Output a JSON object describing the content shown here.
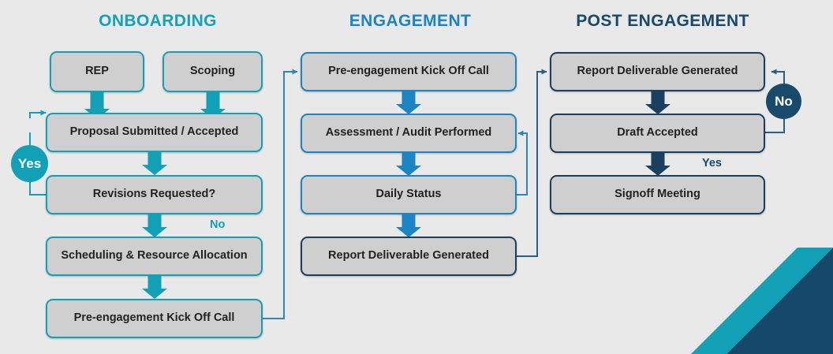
{
  "diagram": {
    "background": "#e9e9e9",
    "columns": [
      {
        "key": "onboarding",
        "title": "ONBOARDING",
        "accent": "#12a0b6",
        "nodes": [
          {
            "id": "rep",
            "label": "REP"
          },
          {
            "id": "scoping",
            "label": "Scoping"
          },
          {
            "id": "proposal",
            "label": "Proposal Submitted / Accepted"
          },
          {
            "id": "revisions",
            "label": "Revisions Requested?"
          },
          {
            "id": "scheduling",
            "label": "Scheduling & Resource Allocation"
          },
          {
            "id": "kickoff",
            "label": "Pre-engagement Kick Off Call"
          }
        ],
        "decisions": [
          {
            "id": "yes-circle",
            "label": "Yes",
            "color": "#12a0b6"
          }
        ],
        "branch_labels": [
          {
            "id": "no-label",
            "label": "No",
            "color": "#12a0b6"
          }
        ]
      },
      {
        "key": "engagement",
        "title": "ENGAGEMENT",
        "accent": "#1b85c4",
        "nodes": [
          {
            "id": "eng-kickoff",
            "label": "Pre-engagement Kick Off Call"
          },
          {
            "id": "assessment",
            "label": "Assessment / Audit Performed"
          },
          {
            "id": "daily-status",
            "label": "Daily Status"
          },
          {
            "id": "eng-report",
            "label": "Report Deliverable Generated"
          }
        ],
        "decisions": [],
        "branch_labels": []
      },
      {
        "key": "post_engagement",
        "title": "POST ENGAGEMENT",
        "accent": "#174a6b",
        "nodes": [
          {
            "id": "post-report",
            "label": "Report Deliverable Generated"
          },
          {
            "id": "draft-accepted",
            "label": "Draft Accepted"
          },
          {
            "id": "signoff",
            "label": "Signoff Meeting"
          }
        ],
        "decisions": [
          {
            "id": "no-circle",
            "label": "No",
            "color": "#174a6b"
          }
        ],
        "branch_labels": [
          {
            "id": "yes-label",
            "label": "Yes",
            "color": "#174a6b"
          }
        ]
      }
    ],
    "decor": {
      "corner_teal": "#12a0b6",
      "corner_navy": "#154868"
    }
  }
}
